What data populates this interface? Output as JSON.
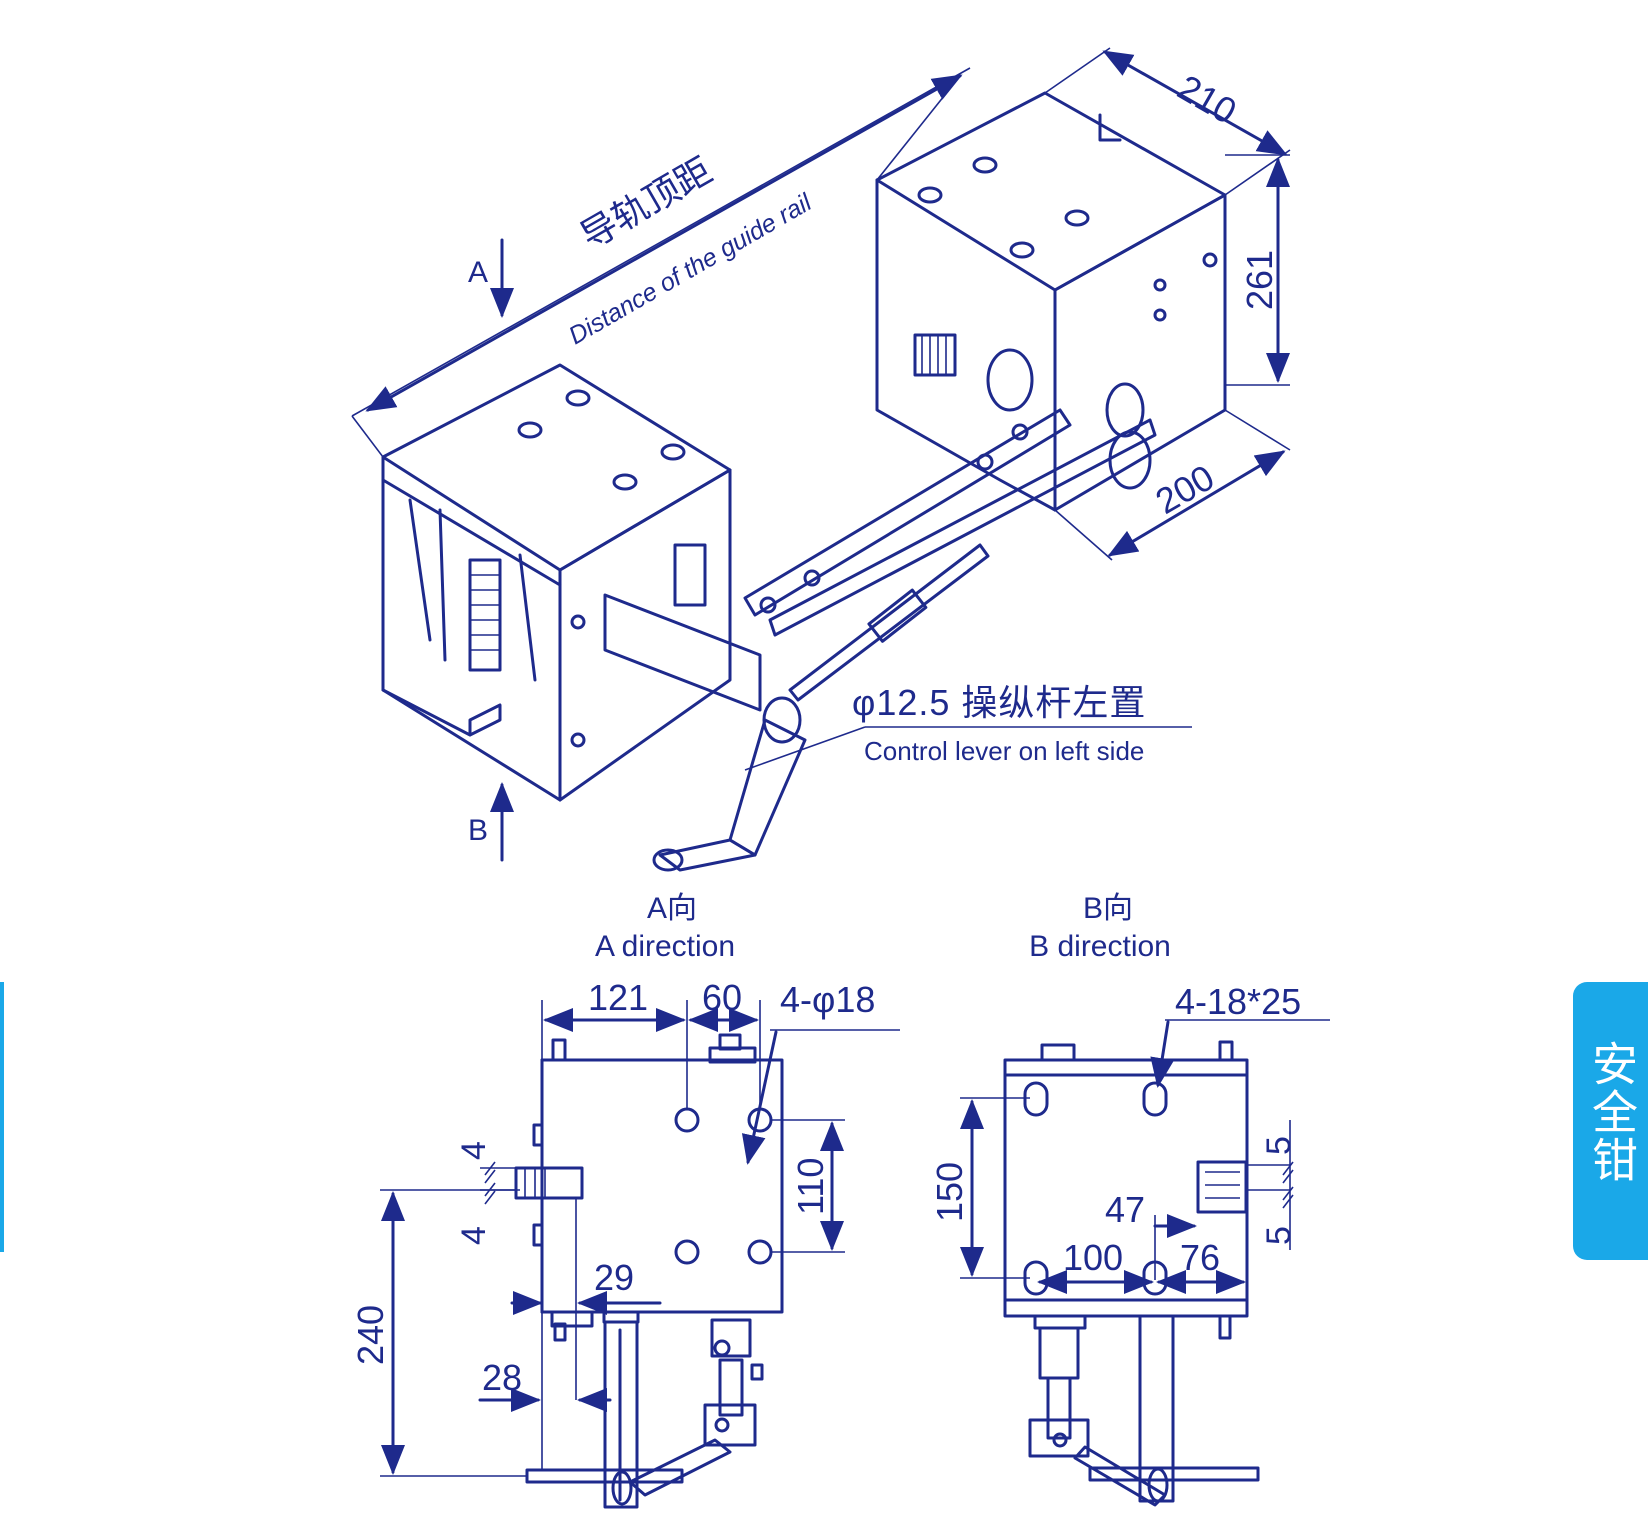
{
  "iso_view": {
    "rail_distance_cn": "导轨顶距",
    "rail_distance_en": "Distance of the guide rail",
    "dim_width": "210",
    "dim_height": "261",
    "dim_depth": "200",
    "lever_cn": "φ12.5 操纵杆左置",
    "lever_en": "Control lever on left side",
    "arrow_a": "A",
    "arrow_b": "B"
  },
  "view_a": {
    "title_cn": "A向",
    "title_en": "A direction",
    "dim_121": "121",
    "dim_60": "60",
    "holes": "4-φ18",
    "dim_4_top": "4",
    "dim_4_bottom": "4",
    "dim_110": "110",
    "dim_29": "29",
    "dim_240": "240",
    "dim_28": "28"
  },
  "view_b": {
    "title_cn": "B向",
    "title_en": "B direction",
    "slots": "4-18*25",
    "dim_150": "150",
    "dim_47": "47",
    "dim_100": "100",
    "dim_76": "76",
    "dim_5_top": "5",
    "dim_5_bottom": "5"
  },
  "side_tab": {
    "label": "安全钳"
  },
  "colors": {
    "line": "#1e2a8c",
    "tab": "#1aa8e8"
  }
}
